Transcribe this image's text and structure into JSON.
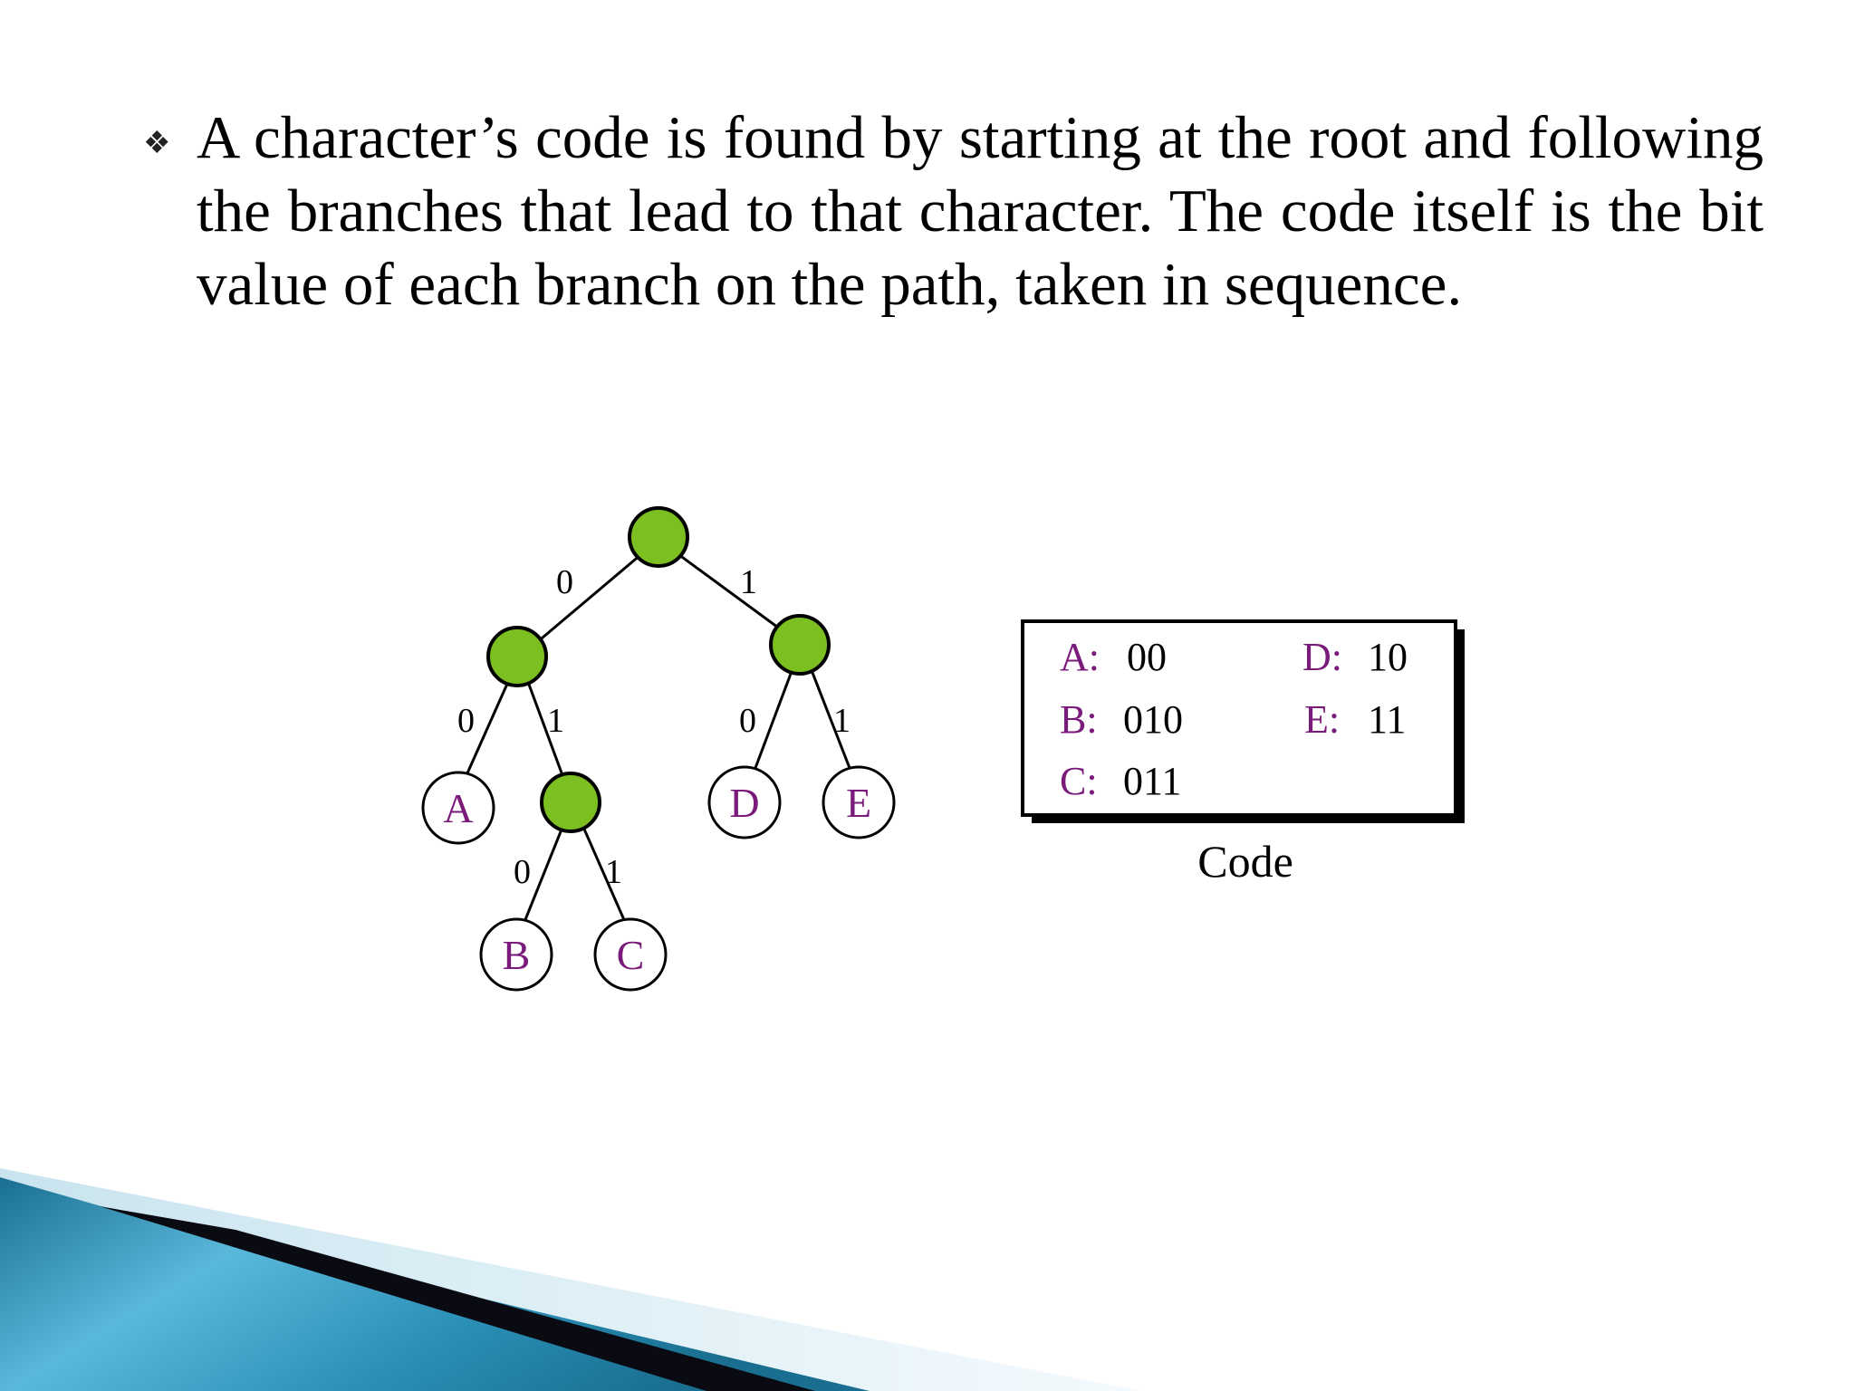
{
  "slide": {
    "bullet_symbol": "❖",
    "bullet_text": "A character’s code is found by starting at the root and following the branches that lead to that character. The code itself is the bit value of each branch on the path, taken in sequence."
  },
  "tree": {
    "edges": [
      {
        "label": "0"
      },
      {
        "label": "1"
      },
      {
        "label": "0"
      },
      {
        "label": "1"
      },
      {
        "label": "0"
      },
      {
        "label": "1"
      },
      {
        "label": "0"
      },
      {
        "label": "1"
      }
    ],
    "leaves": [
      {
        "letter": "A"
      },
      {
        "letter": "B"
      },
      {
        "letter": "C"
      },
      {
        "letter": "D"
      },
      {
        "letter": "E"
      }
    ]
  },
  "code_table": {
    "caption": "Code",
    "entries": [
      {
        "letter": "A:",
        "code": "00"
      },
      {
        "letter": "B:",
        "code": "010"
      },
      {
        "letter": "C:",
        "code": "011"
      },
      {
        "letter": "D:",
        "code": "10"
      },
      {
        "letter": "E:",
        "code": "11"
      }
    ]
  },
  "colors": {
    "internal_node": "#7cbf21",
    "leaf_letter": "#7a1a7a"
  }
}
